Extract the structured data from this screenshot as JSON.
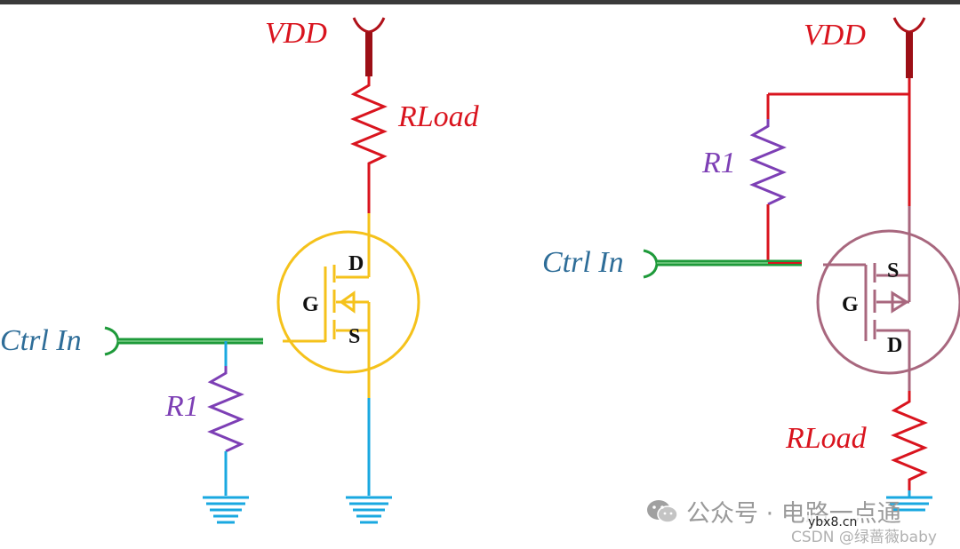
{
  "left_circuit": {
    "vdd_label": "VDD",
    "rload_label": "RLoad",
    "ctrl_label": "Ctrl In",
    "r1_label": "R1",
    "gate_label": "G",
    "drain_label": "D",
    "source_label": "S"
  },
  "right_circuit": {
    "vdd_label": "VDD",
    "rload_label": "RLoad",
    "ctrl_label": "Ctrl In",
    "r1_label": "R1",
    "gate_label": "G",
    "drain_label": "D",
    "source_label": "S"
  },
  "watermark": {
    "channel_text": "公众号 · 电路一点通",
    "domain_text": "ybx8.cn",
    "csdn_text": "CSDN @绿蔷薇baby"
  },
  "colors": {
    "supply_red": "#d9141e",
    "ground_blue": "#1aa8e0",
    "ctrl_green": "#1e9a3a",
    "ctrl_text": "#2e6d98",
    "r1_purple": "#7d3fb5",
    "nmos_yellow": "#f5c21b",
    "pmos_mauve": "#a8677e",
    "watermark_gray": "#9a9a9a"
  }
}
